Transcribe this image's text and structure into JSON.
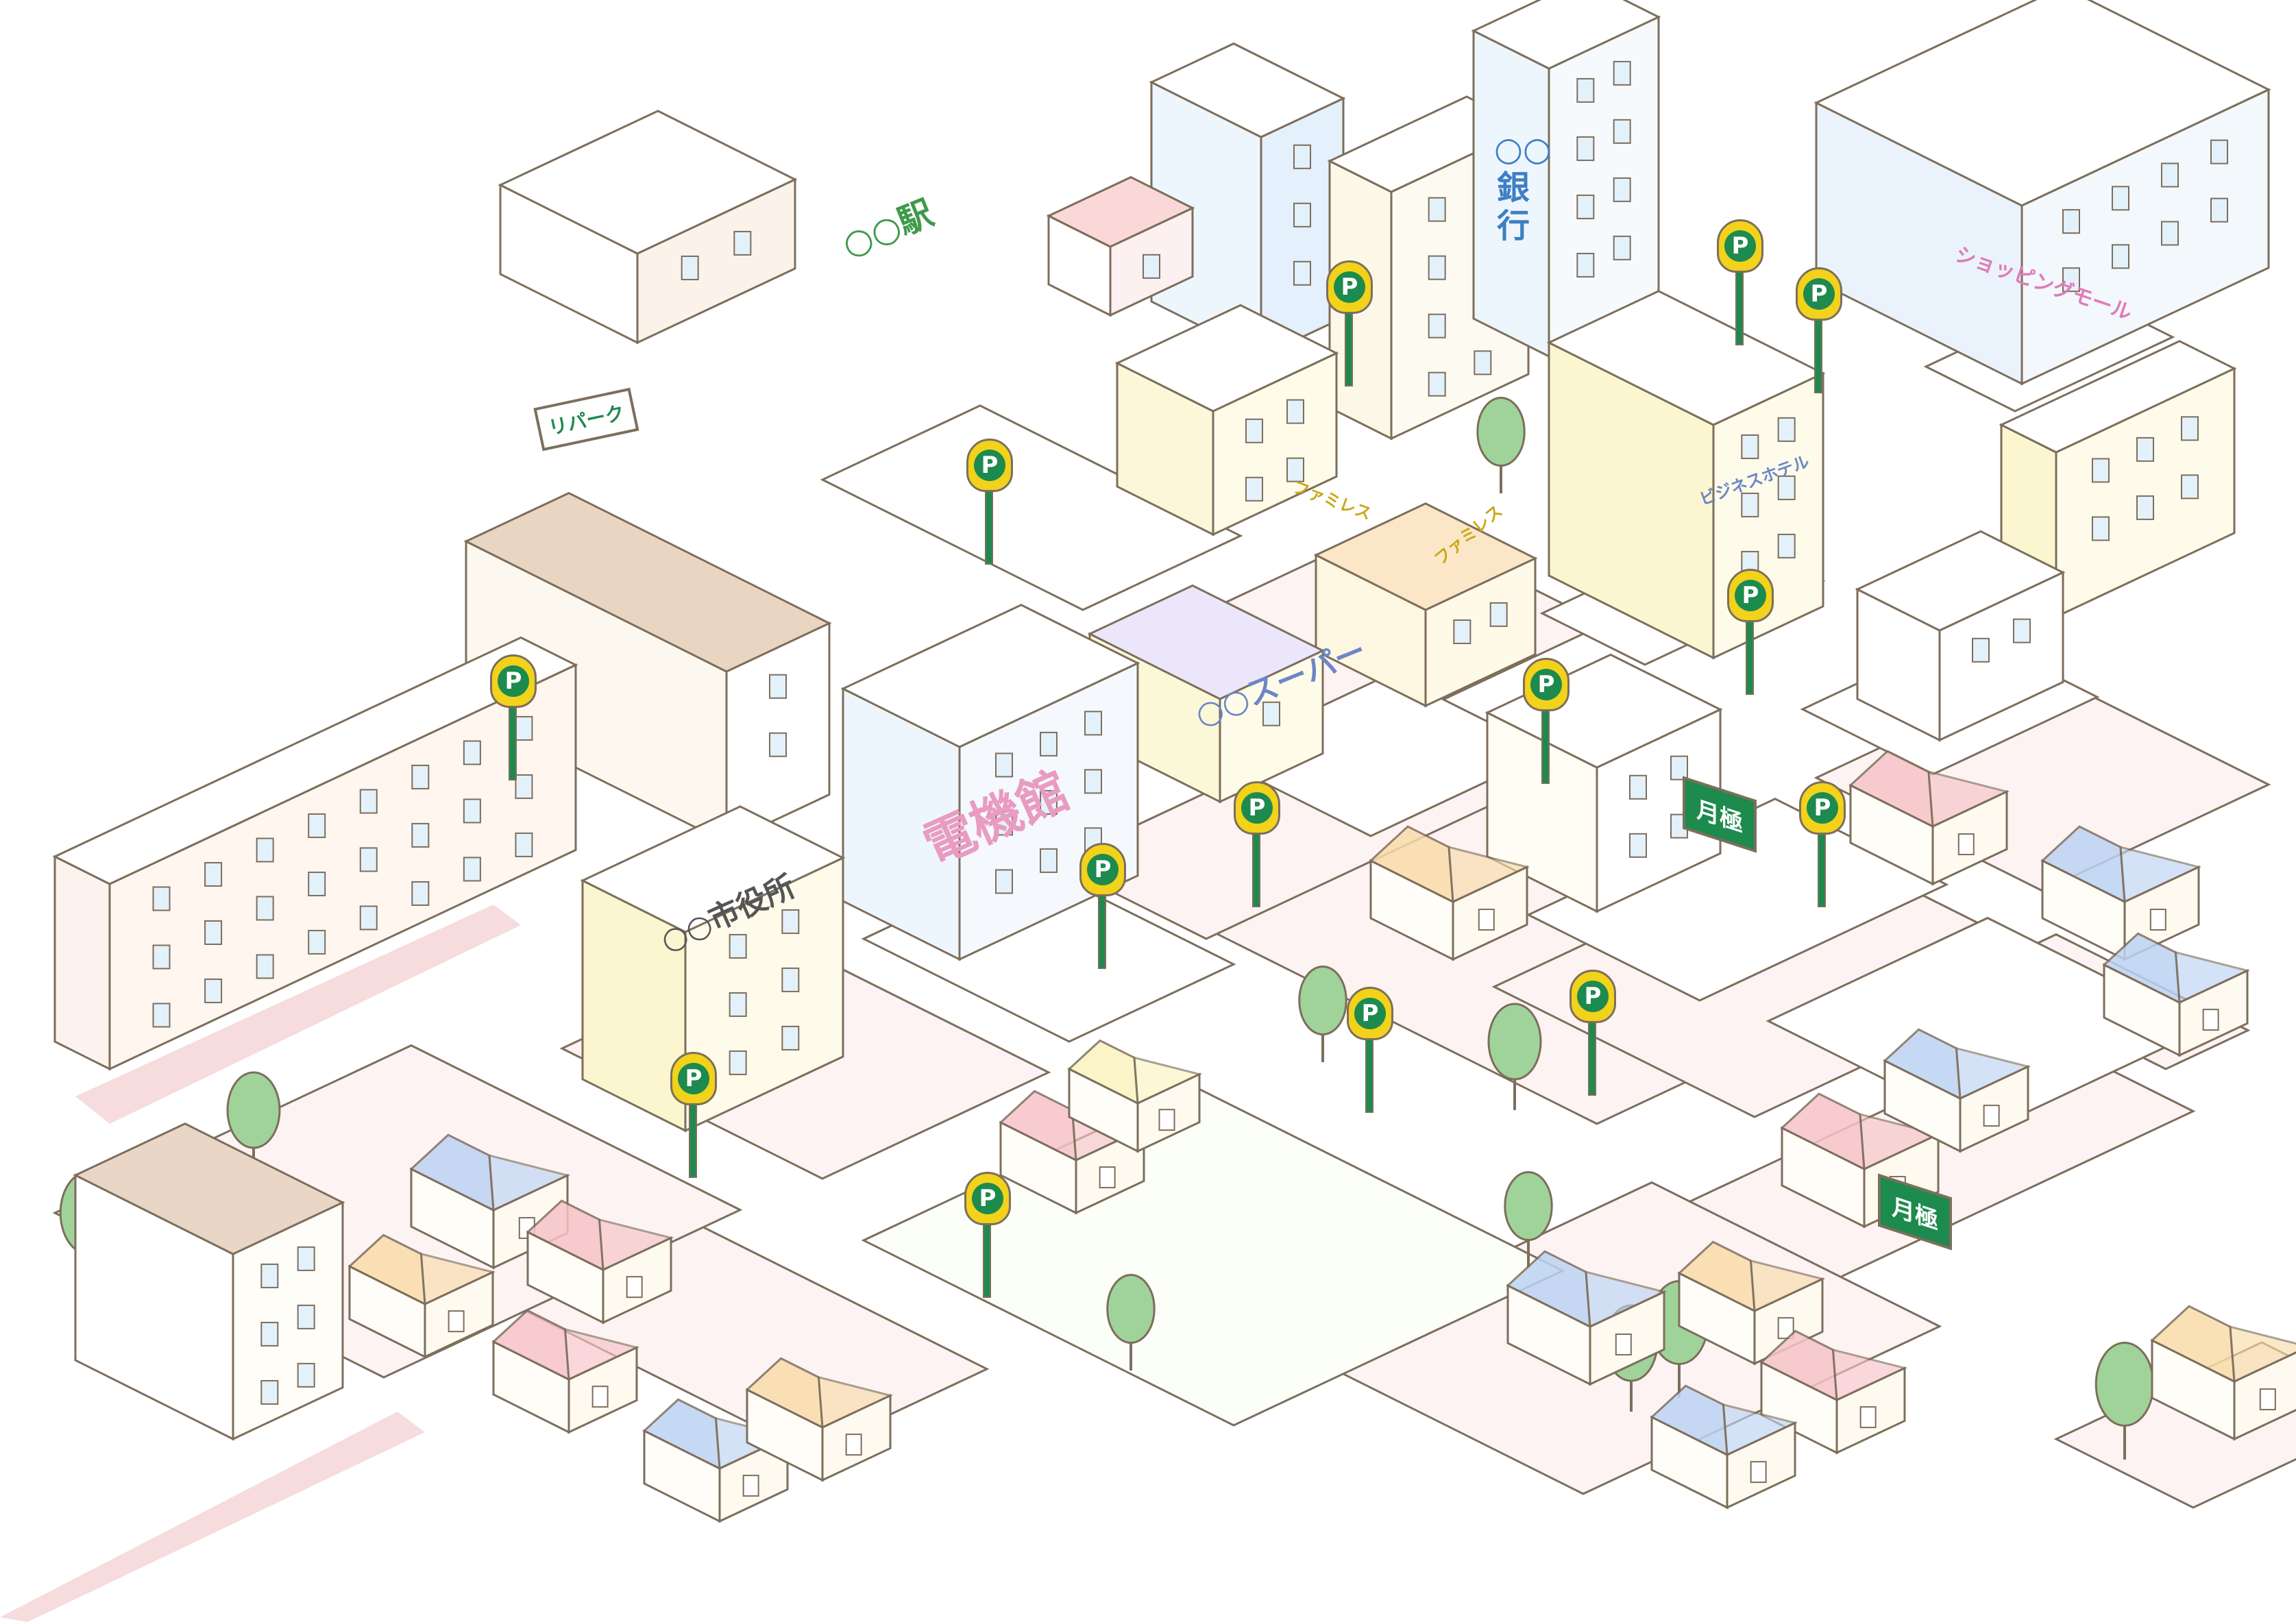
{
  "scene": {
    "title": "City parking illustration",
    "colors": {
      "outline": "#7d6e5c",
      "sidewalk": "#f6dcdc",
      "park_green": "#9fd39a",
      "parking_green": "#1d8a4e",
      "parking_yellow": "#f2d21b"
    }
  },
  "signs": {
    "station": "○○駅",
    "bank": "○○銀行",
    "shopping_mall": "ショッピングモール",
    "hotel": "ビジネスホテル",
    "family_restaurant": "ファミレス",
    "family_restaurant_wall": "ファミレス",
    "supermarket": "○○スーパー",
    "electronics": "電機館",
    "city_hall": "○○市役所",
    "bike_parking": "リパーク",
    "monthly_1": "月極",
    "monthly_2": "月極",
    "parking": "P"
  }
}
